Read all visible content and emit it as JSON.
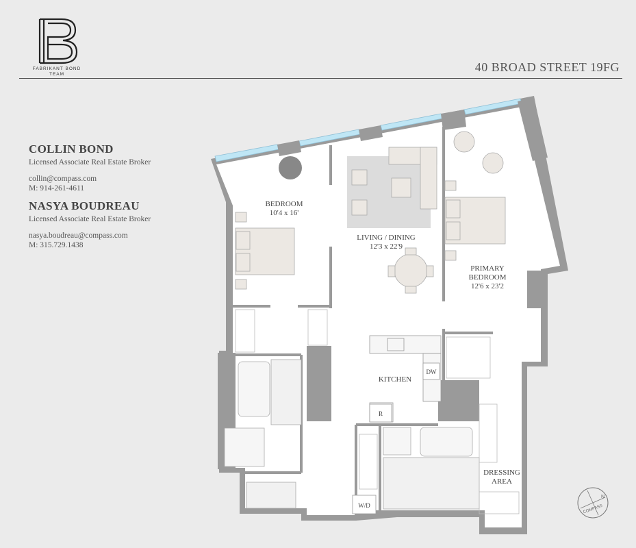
{
  "brand": {
    "logo_letters": "FB",
    "name_line1": "FABRIKANT BOND",
    "name_line2": "TEAM"
  },
  "address": "40 BROAD STREET 19FG",
  "agents": [
    {
      "name": "COLLIN BOND",
      "title": "Licensed Associate Real Estate Broker",
      "email": "collin@compass.com",
      "phone": "M: 914-261-4611"
    },
    {
      "name": "NASYA BOUDREAU",
      "title": "Licensed Associate Real Estate Broker",
      "email": "nasya.boudreau@compass.com",
      "phone": "M: 315.729.1438"
    }
  ],
  "rooms": {
    "bedroom": {
      "name": "BEDROOM",
      "dims": "10'4 x 16'"
    },
    "living": {
      "name": "LIVING / DINING",
      "dims": "12'3 x 22'9"
    },
    "primary": {
      "name1": "PRIMARY",
      "name2": "BEDROOM",
      "dims": "12'6 x 23'2"
    },
    "kitchen": {
      "name": "KITCHEN"
    },
    "dressing": {
      "name1": "DRESSING",
      "name2": "AREA"
    }
  },
  "appliances": {
    "dw": "DW",
    "r": "R",
    "wd": "W/D"
  },
  "compass_label": "COMPASS",
  "colors": {
    "wall": "#9a9a9a",
    "floor": "#ffffff",
    "rug": "#dcdcdc",
    "furniture": "#ece8e3",
    "window": "#bfe6f5"
  }
}
